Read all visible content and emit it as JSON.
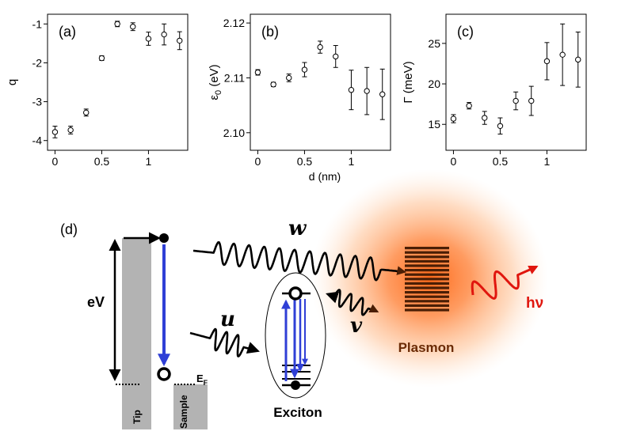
{
  "chart_data": [
    {
      "type": "scatter",
      "panel_label": "(a)",
      "ylabel": "q",
      "xlabel": "",
      "xlim": [
        -0.08,
        1.42
      ],
      "ylim": [
        -4.25,
        -0.75
      ],
      "xticks": [
        0,
        0.5,
        1
      ],
      "xtick_labels": [
        "0",
        "0.5",
        "1"
      ],
      "yticks": [
        -4,
        -3,
        -2,
        -1
      ],
      "ytick_labels": [
        "-4",
        "-3",
        "-2",
        "-1"
      ],
      "grid": false,
      "points": [
        {
          "x": 0.0,
          "y": -3.78,
          "err": 0.15
        },
        {
          "x": 0.167,
          "y": -3.73,
          "err": 0.1
        },
        {
          "x": 0.333,
          "y": -3.28,
          "err": 0.09
        },
        {
          "x": 0.5,
          "y": -1.88,
          "err": 0.06
        },
        {
          "x": 0.667,
          "y": -1.0,
          "err": 0.07
        },
        {
          "x": 0.833,
          "y": -1.07,
          "err": 0.1
        },
        {
          "x": 1.0,
          "y": -1.38,
          "err": 0.17
        },
        {
          "x": 1.167,
          "y": -1.27,
          "err": 0.27
        },
        {
          "x": 1.333,
          "y": -1.43,
          "err": 0.23
        }
      ]
    },
    {
      "type": "scatter",
      "panel_label": "(b)",
      "ylabel_main": "ε",
      "ylabel_sub": "0",
      "ylabel_unit": " (eV)",
      "xlabel": "d (nm)",
      "xlim": [
        -0.08,
        1.42
      ],
      "ylim": [
        2.0968,
        2.1216
      ],
      "xticks": [
        0,
        0.5,
        1
      ],
      "xtick_labels": [
        "0",
        "0.5",
        "1"
      ],
      "yticks": [
        2.1,
        2.11,
        2.12
      ],
      "ytick_labels": [
        "2.10",
        "2.11",
        "2.12"
      ],
      "grid": false,
      "points": [
        {
          "x": 0.0,
          "y": 2.111,
          "err": 0.0005
        },
        {
          "x": 0.167,
          "y": 2.1088,
          "err": 0.0004
        },
        {
          "x": 0.333,
          "y": 2.11,
          "err": 0.0007
        },
        {
          "x": 0.5,
          "y": 2.1115,
          "err": 0.0013
        },
        {
          "x": 0.667,
          "y": 2.1156,
          "err": 0.0011
        },
        {
          "x": 0.833,
          "y": 2.1139,
          "err": 0.002
        },
        {
          "x": 1.0,
          "y": 2.1078,
          "err": 0.0036
        },
        {
          "x": 1.167,
          "y": 2.1076,
          "err": 0.0043
        },
        {
          "x": 1.333,
          "y": 2.107,
          "err": 0.0046
        }
      ]
    },
    {
      "type": "scatter",
      "panel_label": "(c)",
      "ylabel": "Γ (meV)",
      "xlabel": "",
      "xlim": [
        -0.08,
        1.42
      ],
      "ylim": [
        11.8,
        28.6
      ],
      "xticks": [
        0,
        0.5,
        1
      ],
      "xtick_labels": [
        "0",
        "0.5",
        "1"
      ],
      "yticks": [
        15,
        20,
        25
      ],
      "ytick_labels": [
        "15",
        "20",
        "25"
      ],
      "grid": false,
      "points": [
        {
          "x": 0.0,
          "y": 15.7,
          "err": 0.5
        },
        {
          "x": 0.167,
          "y": 17.3,
          "err": 0.4
        },
        {
          "x": 0.333,
          "y": 15.8,
          "err": 0.8
        },
        {
          "x": 0.5,
          "y": 14.8,
          "err": 1.0
        },
        {
          "x": 0.667,
          "y": 17.9,
          "err": 1.1
        },
        {
          "x": 0.833,
          "y": 17.9,
          "err": 1.8
        },
        {
          "x": 1.0,
          "y": 22.8,
          "err": 2.3
        },
        {
          "x": 1.167,
          "y": 23.6,
          "err": 3.8
        },
        {
          "x": 1.333,
          "y": 23.0,
          "err": 3.4
        }
      ]
    }
  ],
  "diagram": {
    "panel_label": "(d)",
    "bias_label": "eV",
    "fermi_label": "E",
    "fermi_sub": "F",
    "tip_label": "Tip",
    "sample_label": "Sample",
    "exciton_label": "Exciton",
    "plasmon_label": "Plasmon",
    "w_label": "w",
    "u_label": "u",
    "v_label": "v",
    "photon_label": "hν",
    "colors": {
      "electrode": "#b3b3b3",
      "transition_blue": "#2f3fd6",
      "coupling_brown": "#4a1e05",
      "plasmon_glow": "#ff7a30",
      "photon_red": "#e0160e"
    }
  }
}
